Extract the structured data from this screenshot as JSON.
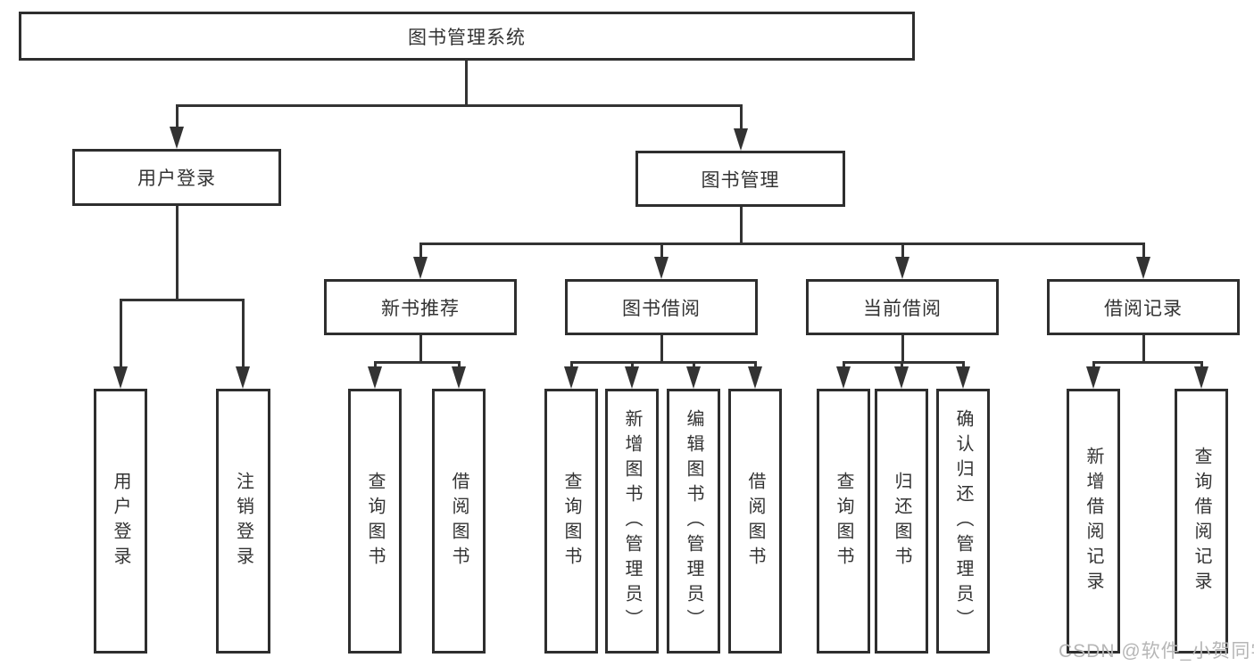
{
  "tree": {
    "root": "图书管理系统",
    "branches": [
      {
        "label": "用户登录",
        "children": [
          "用户登录",
          "注销登录"
        ]
      },
      {
        "label": "图书管理",
        "children": [
          {
            "label": "新书推荐",
            "children": [
              "查询图书",
              "借阅图书"
            ]
          },
          {
            "label": "图书借阅",
            "children": [
              "查询图书",
              "新增图书（管理员）",
              "编辑图书（管理员）",
              "借阅图书"
            ]
          },
          {
            "label": "当前借阅",
            "children": [
              "查询图书",
              "归还图书",
              "确认归还（管理员）"
            ]
          },
          {
            "label": "借阅记录",
            "children": [
              "新增借阅记录",
              "查询借阅记录"
            ]
          }
        ]
      }
    ]
  },
  "watermark": {
    "text": "CSDN @软件_小贺同学"
  },
  "colors": {
    "line": "#333333",
    "box_border": "#2e2e2e",
    "text": "#333333",
    "watermark": "#b6b6b6",
    "background": "#ffffff"
  }
}
